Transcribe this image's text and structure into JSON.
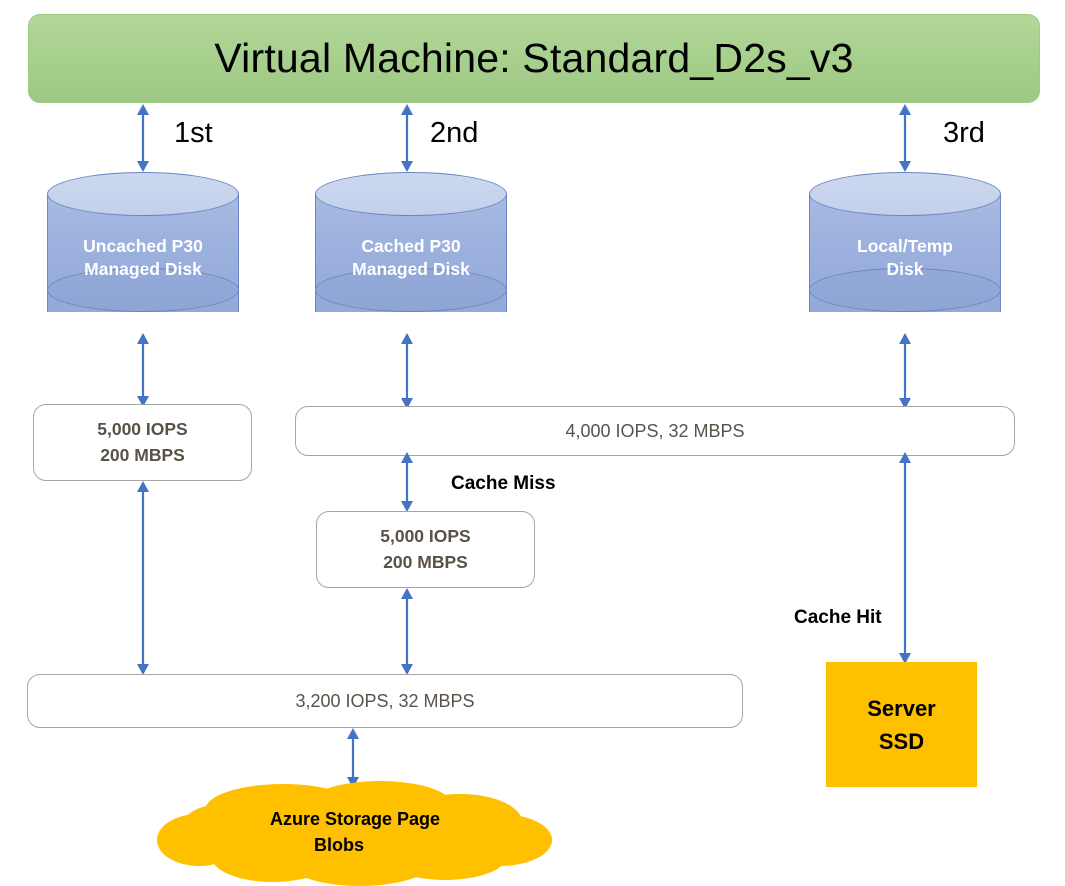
{
  "diagram": {
    "title": "Virtual Machine: Standard_D2s_v3",
    "vm": {
      "label": "Virtual Machine: Standard_D2s_v3",
      "fill_color": "#A9D18E"
    },
    "disks": [
      {
        "id": "uncached-p30",
        "line1": "Uncached P30",
        "line2": "Managed Disk",
        "ordinal": "1st",
        "fill_color": "#9DB2DE"
      },
      {
        "id": "cached-p30",
        "line1": "Cached P30",
        "line2": "Managed Disk",
        "ordinal": "2nd",
        "fill_color": "#9DB2DE"
      },
      {
        "id": "local-temp",
        "line1": "Local/Temp",
        "line2": "Disk",
        "ordinal": "3rd",
        "fill_color": "#9DB2DE"
      }
    ],
    "metrics": {
      "uncached_disk_limit": {
        "line1": "5,000 IOPS",
        "line2": "200 MBPS"
      },
      "vm_cached_limit": {
        "line1": "4,000 IOPS, 32 MBPS"
      },
      "cached_disk_limit": {
        "line1": "5,000 IOPS",
        "line2": "200 MBPS"
      },
      "vm_uncached_limit": {
        "line1": "3,200 IOPS, 32 MBPS"
      }
    },
    "flow_labels": {
      "cache_miss": "Cache Miss",
      "cache_hit": "Cache Hit"
    },
    "server_ssd": {
      "line1": "Server",
      "line2": "SSD",
      "fill_color": "#FFC000"
    },
    "azure_storage": {
      "line1": "Azure Storage Page",
      "line2": "Blobs",
      "fill_color": "#FFC000"
    },
    "connector_color": "#4472C4"
  }
}
